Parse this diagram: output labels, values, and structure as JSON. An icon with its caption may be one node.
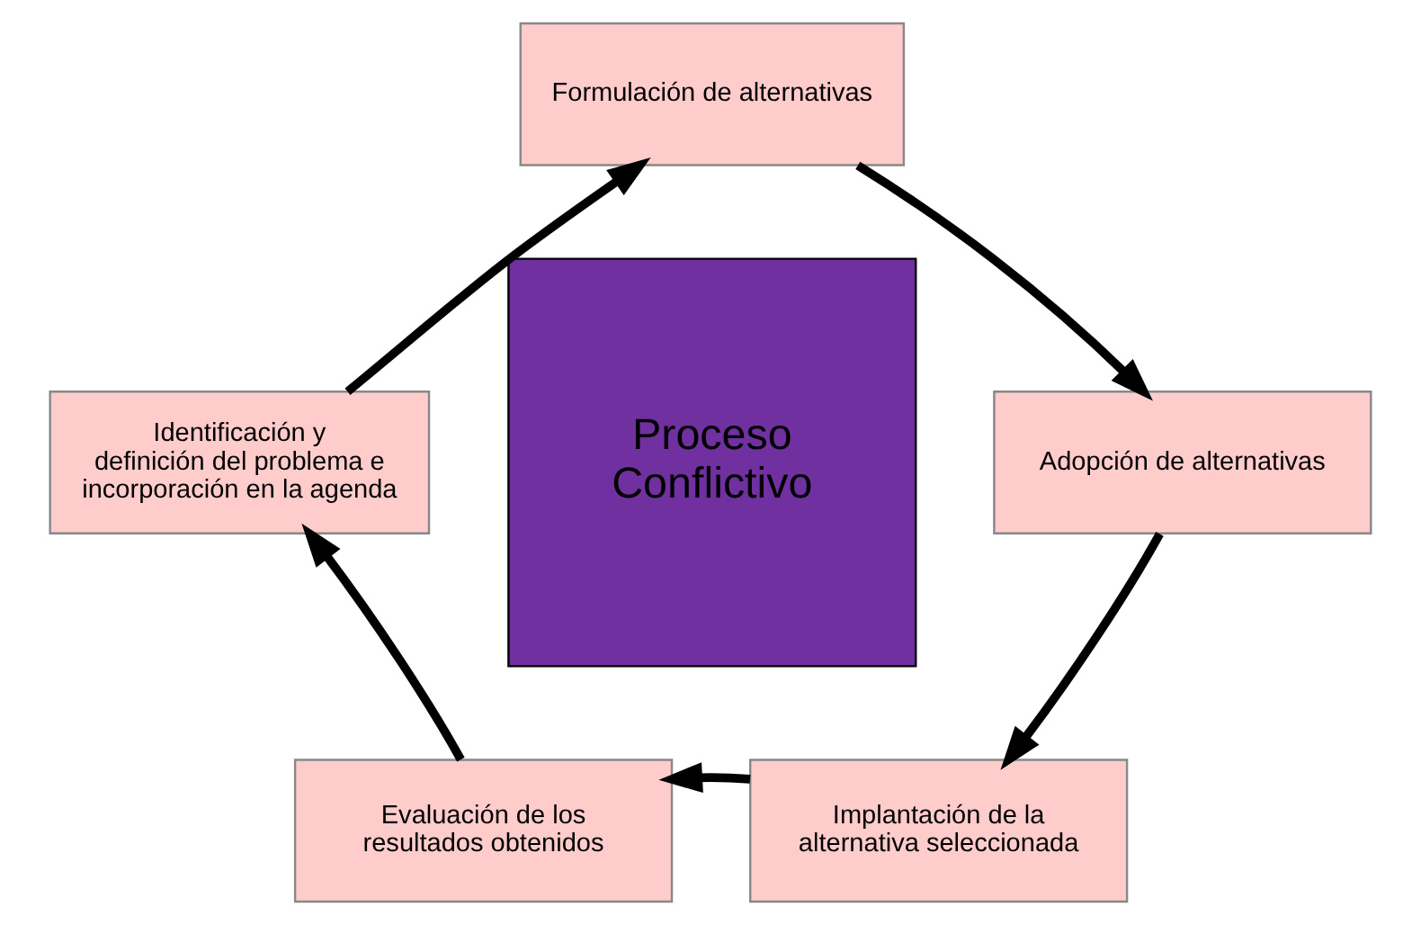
{
  "diagram": {
    "nodes": [
      {
        "text": [
          "Formulación de alternativas"
        ]
      },
      {
        "text": [
          "Adopción de alternativas"
        ]
      },
      {
        "text": [
          "Implantación de la alternativa seleccionada"
        ]
      },
      {
        "text": [
          "Evaluación de los resultados obtenidos"
        ]
      },
      {
        "text": [
          "Identificación y definición del problema e incorporación en la agenda"
        ]
      },
      {
        "text": [
          "Proceso Conflictivo"
        ]
      }
    ],
    "edges": [
      {
        "from": 4,
        "to": 0,
        "arrow": "to"
      },
      {
        "from": 0,
        "to": 1,
        "arrow": "to"
      },
      {
        "from": 1,
        "to": 2,
        "arrow": "to"
      },
      {
        "from": 2,
        "to": 3,
        "arrow": "to"
      },
      {
        "from": 3,
        "to": 4,
        "arrow": "to"
      }
    ]
  }
}
